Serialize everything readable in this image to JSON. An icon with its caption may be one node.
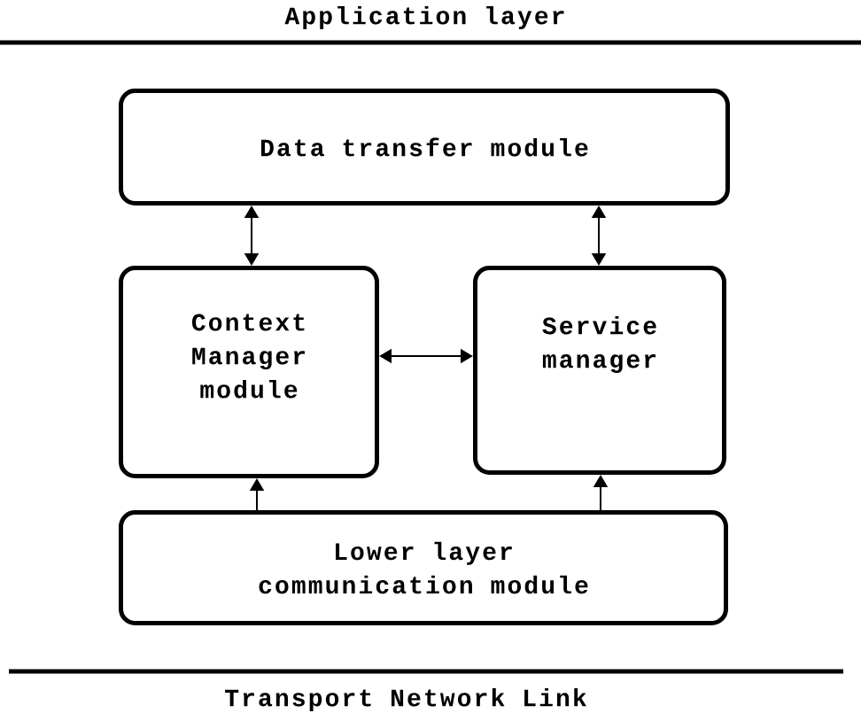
{
  "diagram": {
    "nodes": [
      {
        "text": [
          "Data transfer module"
        ]
      },
      {
        "text": [
          "Context Manager module"
        ]
      },
      {
        "text": [
          "Service manager"
        ]
      },
      {
        "text": [
          "Lower layer communication module"
        ]
      }
    ],
    "edges": [
      {
        "from": 0,
        "to": 1,
        "arrow": "both"
      },
      {
        "from": 0,
        "to": 2,
        "arrow": "both"
      },
      {
        "from": 1,
        "to": 2,
        "arrow": "both"
      },
      {
        "from": 3,
        "to": 1,
        "arrow": "to"
      },
      {
        "from": 3,
        "to": 2,
        "arrow": "to"
      }
    ],
    "labels": [
      "Application layer",
      "Transport Network Link"
    ]
  }
}
